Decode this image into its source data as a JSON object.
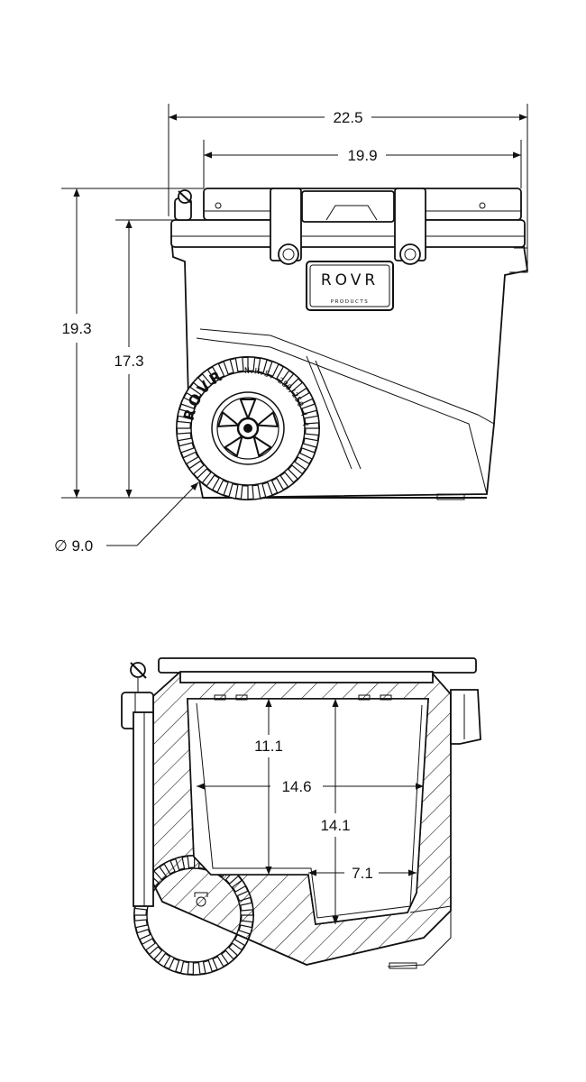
{
  "front_view": {
    "width_overall": "22.5",
    "width_body": "19.9",
    "height_overall": "19.3",
    "height_body": "17.3",
    "wheel_diameter": "∅ 9.0"
  },
  "section_view": {
    "depth_upper": "11.1",
    "width_inner": "14.6",
    "depth_total": "14.1",
    "step_width": "7.1"
  },
  "brand": {
    "logo_text": "ROVR",
    "logo_subtext": "PRODUCTS",
    "tire_text": "N.H.S. 280/250-4 4P.R.",
    "hub_brand": "ROVR"
  },
  "colors": {
    "line": "#111111",
    "background": "#ffffff"
  }
}
